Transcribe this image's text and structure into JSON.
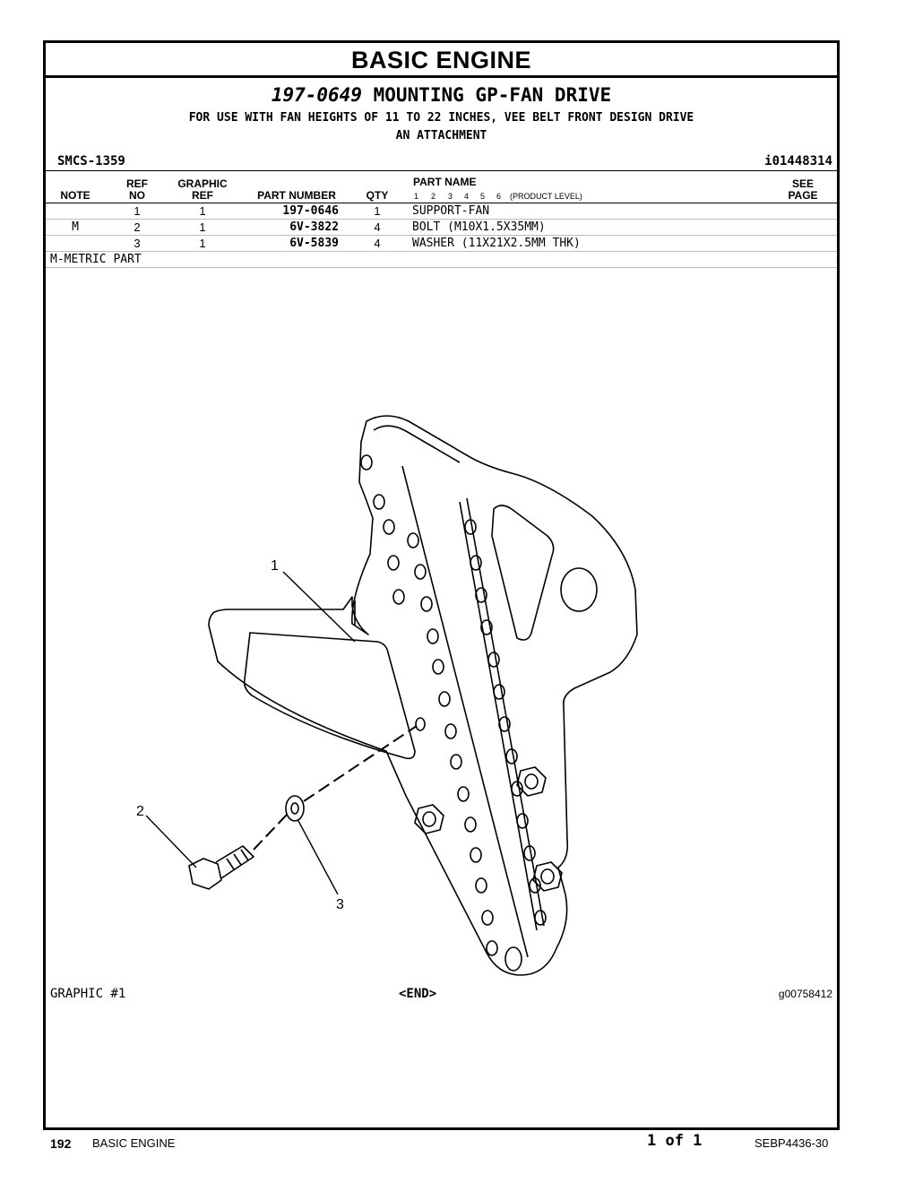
{
  "section_title": "BASIC  ENGINE",
  "group": {
    "number": "197-0649",
    "name": "MOUNTING GP-FAN DRIVE",
    "subtitle_line1": "FOR USE WITH FAN HEIGHTS OF 11 TO 22 INCHES, VEE BELT FRONT DESIGN DRIVE",
    "subtitle_line2": "AN ATTACHMENT"
  },
  "smcs": "SMCS-1359",
  "illustration_id": "i01448314",
  "table": {
    "headers": {
      "note": "NOTE",
      "ref_no_top": "REF",
      "ref_no_bottom": "NO",
      "graphic_ref_top": "GRAPHIC",
      "graphic_ref_bottom": "REF",
      "part_number": "PART NUMBER",
      "qty": "QTY",
      "part_name": "PART NAME",
      "product_levels": [
        "1",
        "2",
        "3",
        "4",
        "5",
        "6"
      ],
      "product_level_label": "(PRODUCT LEVEL)",
      "see_page_top": "SEE",
      "see_page_bottom": "PAGE"
    },
    "rows": [
      {
        "note": "",
        "ref_no": "1",
        "graphic_ref": "1",
        "part_number": "197-0646",
        "qty": "1",
        "part_name": "SUPPORT-FAN"
      },
      {
        "note": "M",
        "ref_no": "2",
        "graphic_ref": "1",
        "part_number": "6V-3822",
        "qty": "4",
        "part_name": "BOLT (M10X1.5X35MM)"
      },
      {
        "note": "",
        "ref_no": "3",
        "graphic_ref": "1",
        "part_number": "6V-5839",
        "qty": "4",
        "part_name": "WASHER (11X21X2.5MM THK)"
      }
    ],
    "footnote": "M-METRIC PART"
  },
  "callouts": [
    "1",
    "2",
    "3"
  ],
  "graphic_label": "GRAPHIC #1",
  "end_marker": "<END>",
  "graphic_id": "g00758412",
  "footer": {
    "page_number": "192",
    "section": "BASIC ENGINE",
    "page_of": "1 of 1",
    "doc_id": "SEBP4436-30"
  }
}
